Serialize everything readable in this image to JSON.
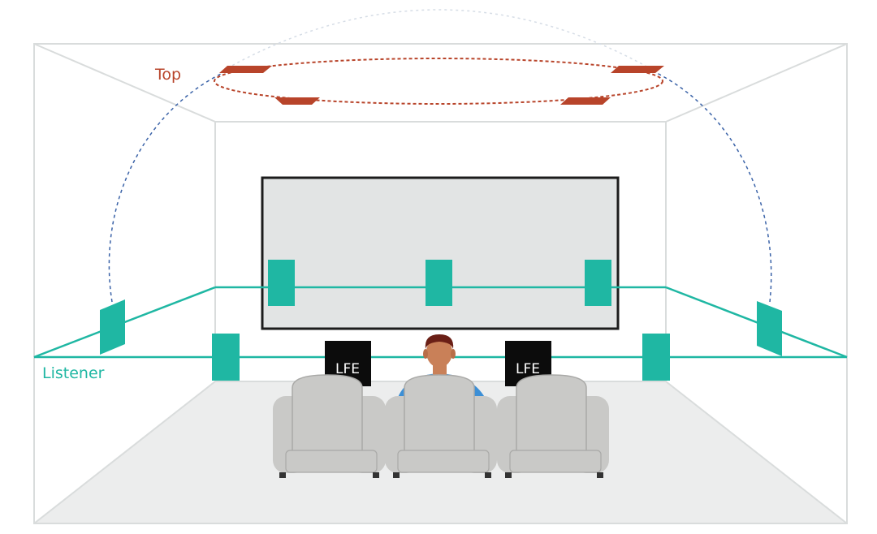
{
  "labels": {
    "top": "Top",
    "listener": "Listener",
    "lfe_left": "LFE",
    "lfe_right": "LFE"
  },
  "colors": {
    "room_line": "#d9dcdc",
    "floor": "#eceded",
    "screen_fill": "#e2e4e4",
    "screen_border": "#1c1c1c",
    "speaker": "#1fb7a3",
    "speaker_dark": "#128f80",
    "listener_line": "#1fb7a3",
    "top_speaker": "#b8442a",
    "top_ring": "#b8442a",
    "arc": "#3b63a8",
    "top_label": "#b8442a",
    "listener_label": "#1fb7a3",
    "lfe_box": "#0c0c0c",
    "lfe_text": "#ffffff",
    "seat": "#c9c9c7",
    "seat_shade": "#a9a9a7",
    "seat_light": "#dcdcda",
    "hair": "#6a1f16",
    "skin": "#c98058",
    "shirt": "#3c8fd6"
  },
  "icons": {
    "listener": "person-icon",
    "seats": "armchair-icon"
  }
}
